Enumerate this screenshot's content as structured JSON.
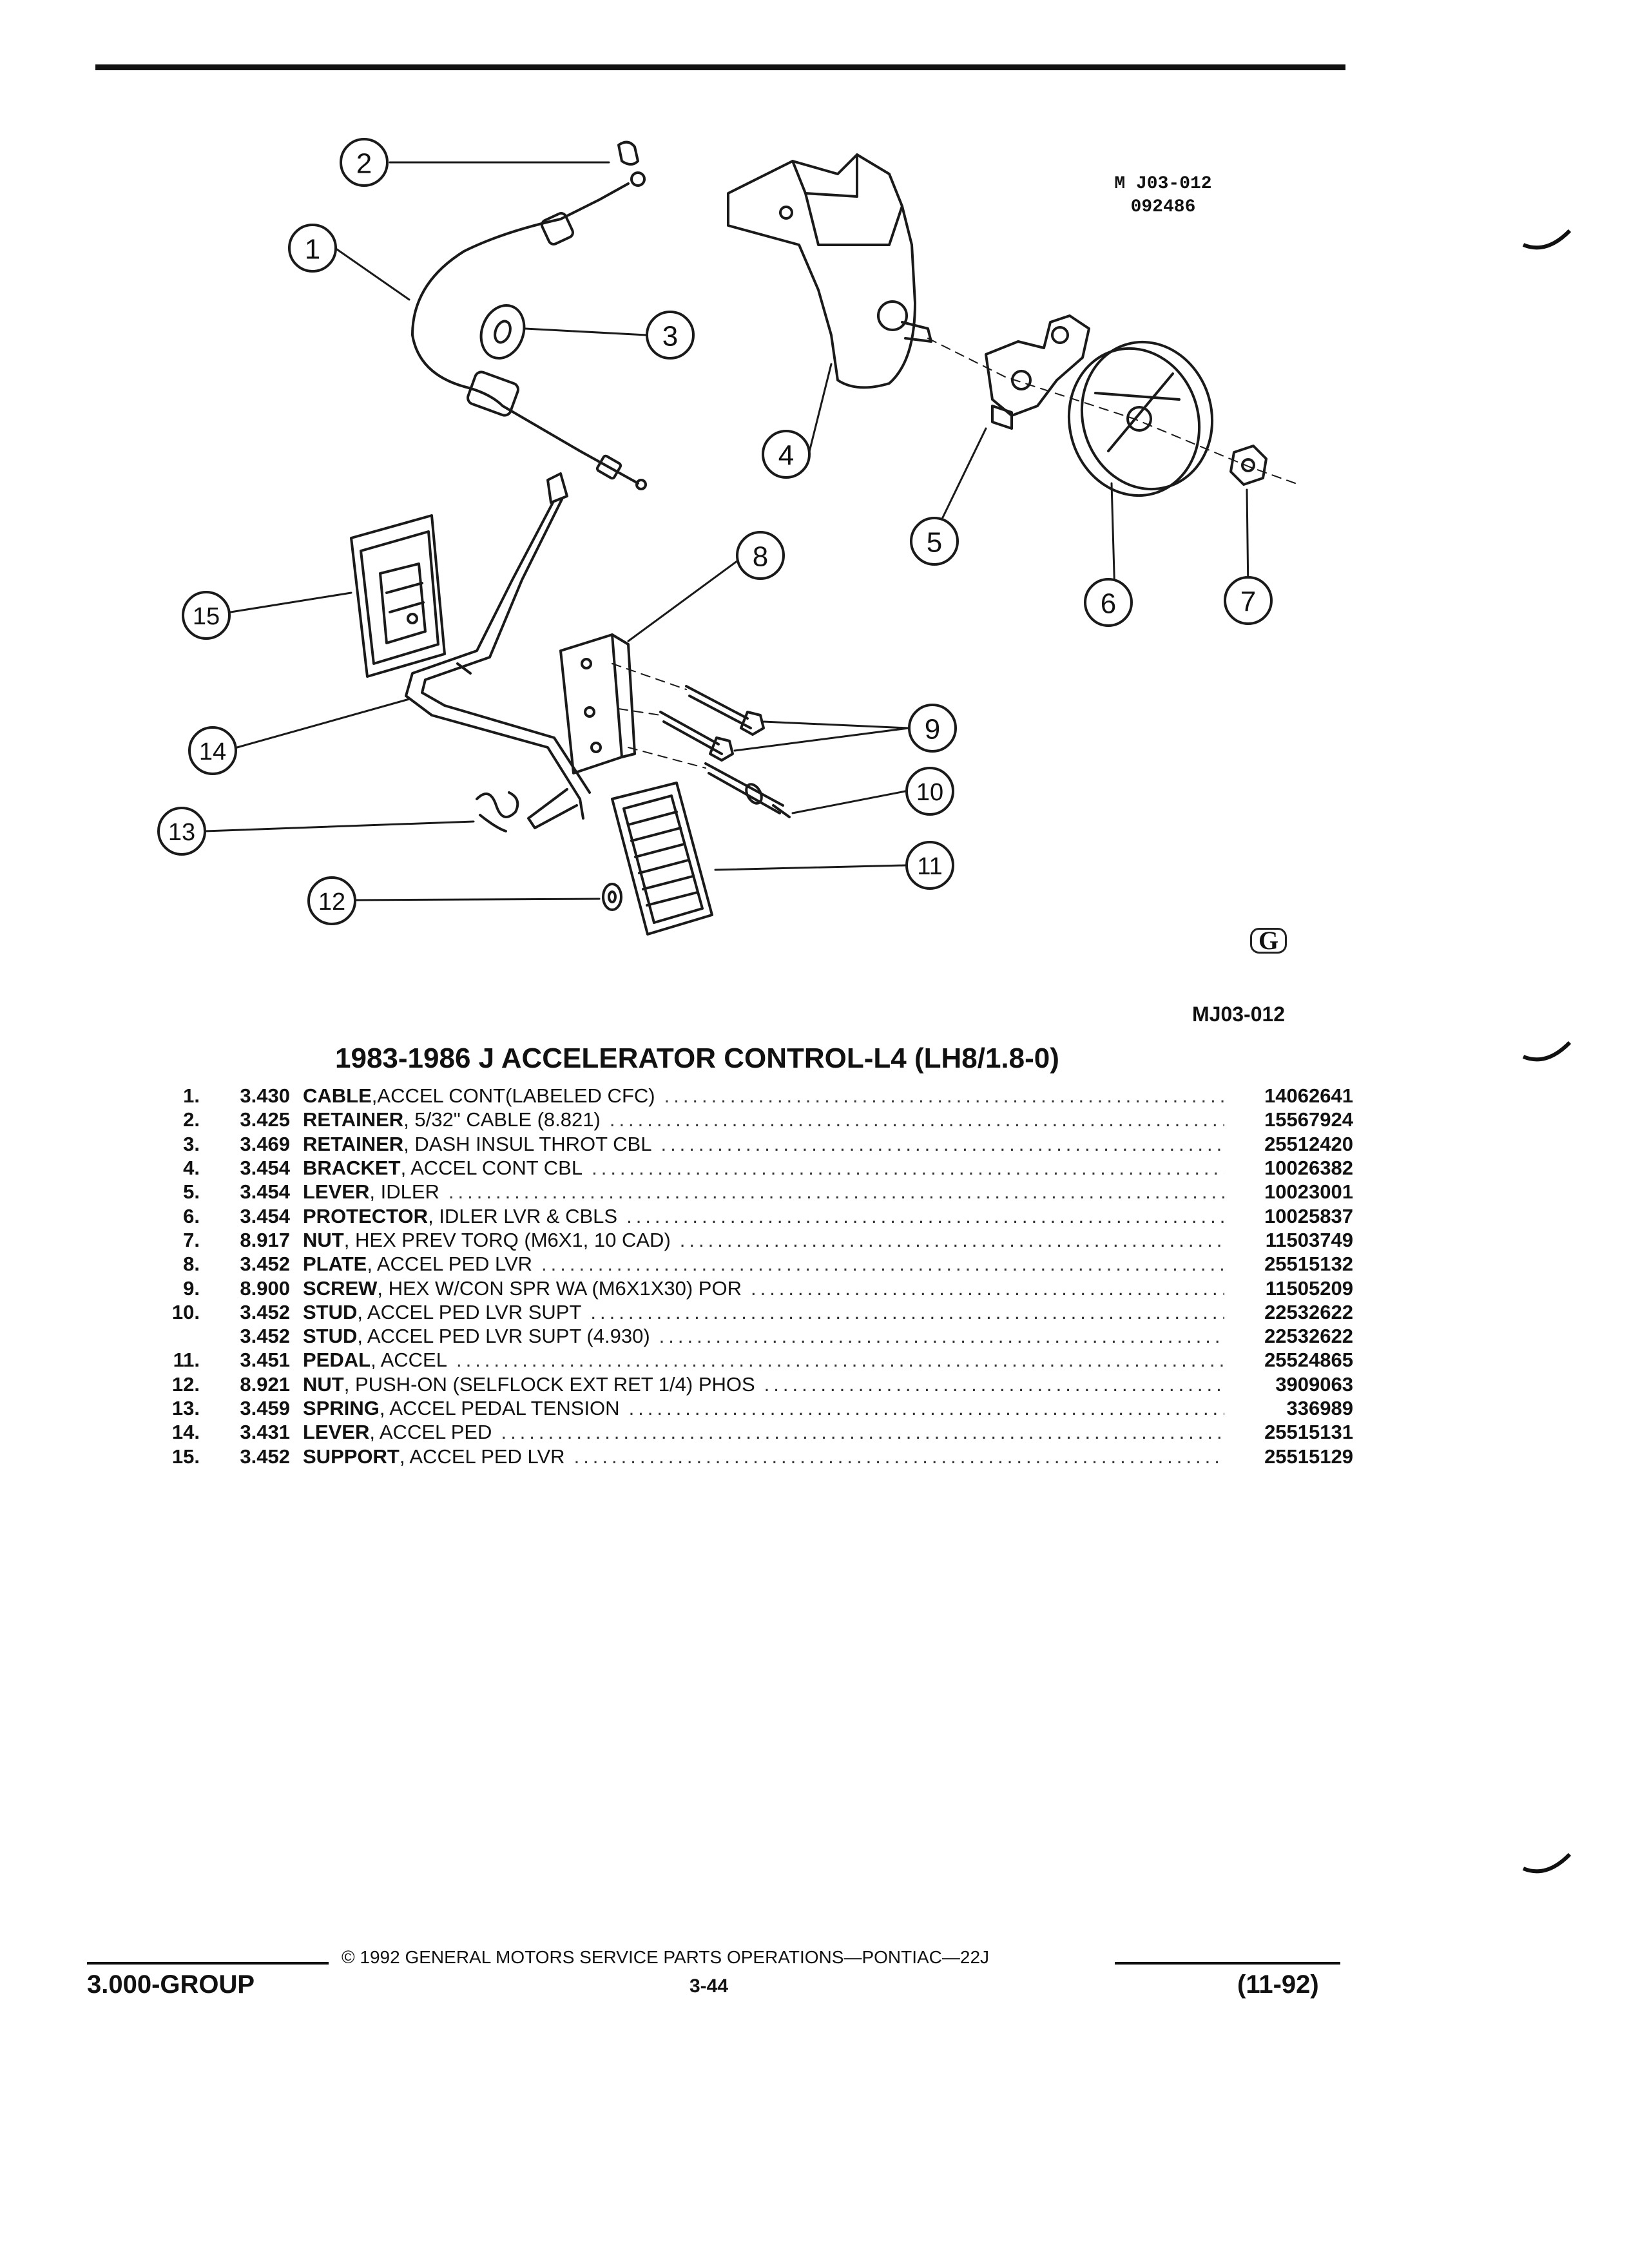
{
  "figure": {
    "code_top": "M J03-012",
    "code_date": "092486",
    "code_bottom": "MJ03-012",
    "logo": "G",
    "callouts": [
      "1",
      "2",
      "3",
      "4",
      "5",
      "6",
      "7",
      "8",
      "9",
      "10",
      "11",
      "12",
      "13",
      "14",
      "15"
    ]
  },
  "title": "1983-1986 J ACCELERATOR CONTROL-L4 (LH8/1.8-0)",
  "parts": [
    {
      "item": "1.",
      "group": "3.430",
      "name": "CABLE",
      "detail": " ,ACCEL CONT(LABELED CFC)",
      "part_no": "14062641"
    },
    {
      "item": "2.",
      "group": "3.425",
      "name": "RETAINER",
      "detail": " , 5/32\" CABLE (8.821)",
      "part_no": "15567924"
    },
    {
      "item": "3.",
      "group": "3.469",
      "name": "RETAINER",
      "detail": " , DASH INSUL THROT CBL",
      "part_no": "25512420"
    },
    {
      "item": "4.",
      "group": "3.454",
      "name": "BRACKET",
      "detail": " , ACCEL CONT CBL",
      "part_no": "10026382"
    },
    {
      "item": "5.",
      "group": "3.454",
      "name": "LEVER",
      "detail": " , IDLER",
      "part_no": "10023001"
    },
    {
      "item": "6.",
      "group": "3.454",
      "name": "PROTECTOR",
      "detail": " , IDLER LVR & CBLS",
      "part_no": "10025837"
    },
    {
      "item": "7.",
      "group": "8.917",
      "name": "NUT",
      "detail": " , HEX PREV TORQ (M6X1, 10 CAD)",
      "part_no": "11503749"
    },
    {
      "item": "8.",
      "group": "3.452",
      "name": "PLATE",
      "detail": " , ACCEL PED LVR",
      "part_no": "25515132"
    },
    {
      "item": "9.",
      "group": "8.900",
      "name": "SCREW",
      "detail": " , HEX W/CON SPR WA (M6X1X30) POR",
      "part_no": "11505209"
    },
    {
      "item": "10.",
      "group": "3.452",
      "name": "STUD",
      "detail": " , ACCEL PED LVR SUPT",
      "part_no": "22532622"
    },
    {
      "item": "",
      "group": "3.452",
      "name": "STUD",
      "detail": " , ACCEL PED LVR SUPT (4.930)",
      "part_no": "22532622"
    },
    {
      "item": "11.",
      "group": "3.451",
      "name": "PEDAL",
      "detail": " , ACCEL",
      "part_no": "25524865"
    },
    {
      "item": "12.",
      "group": "8.921",
      "name": "NUT",
      "detail": " , PUSH-ON (SELFLOCK EXT RET 1/4) PHOS",
      "part_no": "3909063"
    },
    {
      "item": "13.",
      "group": "3.459",
      "name": "SPRING",
      "detail": " , ACCEL PEDAL TENSION",
      "part_no": "336989"
    },
    {
      "item": "14.",
      "group": "3.431",
      "name": "LEVER",
      "detail": " , ACCEL PED",
      "part_no": "25515131"
    },
    {
      "item": "15.",
      "group": "3.452",
      "name": "SUPPORT",
      "detail": " , ACCEL PED LVR",
      "part_no": "25515129"
    }
  ],
  "footer": {
    "copyright": "© 1992 GENERAL MOTORS SERVICE PARTS OPERATIONS—PONTIAC—22J",
    "group": "3.000-GROUP",
    "page": "3-44",
    "date": "(11-92)"
  }
}
